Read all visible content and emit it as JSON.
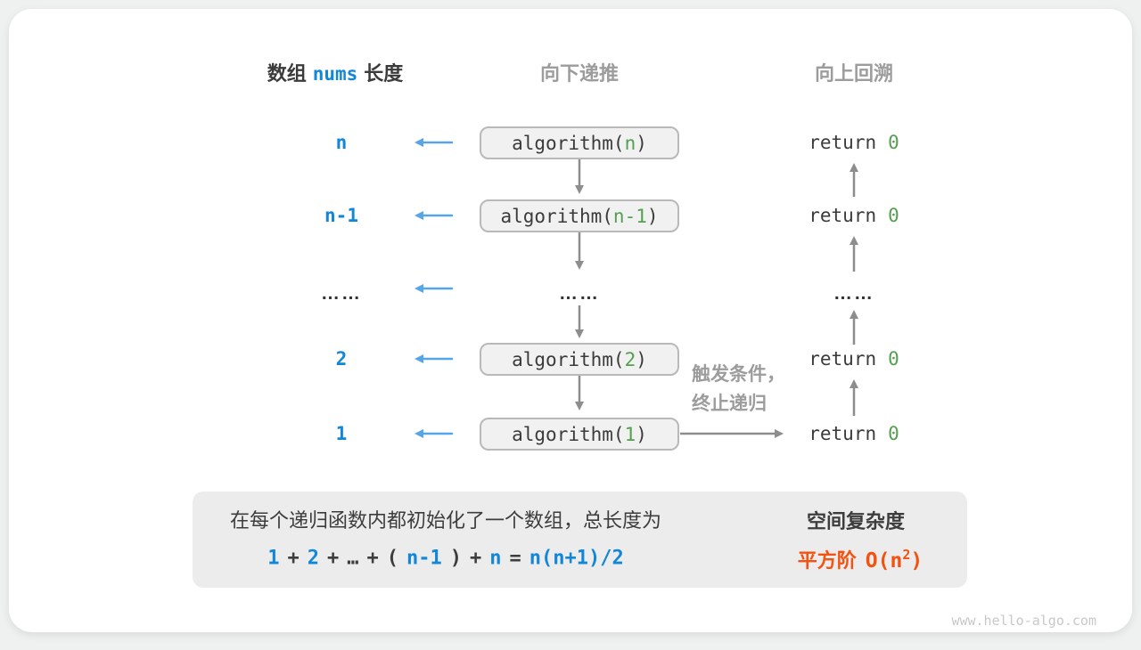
{
  "colors": {
    "page_bg": "#eff1f1",
    "card_bg": "#ffffff",
    "blue": "#1287d8",
    "blue_light": "#55a5e8",
    "green": "#53a04e",
    "orange": "#f35210",
    "gray_text": "#9c9c9c",
    "dark": "#3b3b3b",
    "arrow": "#8d8d8d",
    "box_bg": "#f1f1f1",
    "box_border": "#b9b9b9",
    "summary_bg": "#ececec",
    "block_arrow": "#c4c4c4",
    "watermark": "#c8c8c8"
  },
  "header": {
    "array_label_prefix": "数组",
    "array_code": "nums",
    "array_label_suffix": "长度",
    "recurse_down": "向下递推",
    "backtrack_up": "向上回溯"
  },
  "rows": [
    {
      "depth": "n",
      "call_fn": "algorithm(",
      "call_arg": "n",
      "call_close": ")",
      "return_kw": "return",
      "return_val": "0"
    },
    {
      "depth": "n-1",
      "call_fn": "algorithm(",
      "call_arg": "n-1",
      "call_close": ")",
      "return_kw": "return",
      "return_val": "0"
    },
    {
      "depth": "2",
      "call_fn": "algorithm(",
      "call_arg": "2",
      "call_close": ")",
      "return_kw": "return",
      "return_val": "0"
    },
    {
      "depth": "1",
      "call_fn": "algorithm(",
      "call_arg": "1",
      "call_close": ")",
      "return_kw": "return",
      "return_val": "0"
    }
  ],
  "ellipsis": {
    "left": "……",
    "middle": "……",
    "right": "……"
  },
  "annotation": {
    "line1": "触发条件，",
    "line2": "终止递归"
  },
  "summary": {
    "line1": "在每个递归函数内都初始化了一个数组，总长度为",
    "formula": [
      {
        "text": "1"
      },
      {
        "text": "+"
      },
      {
        "text": "2"
      },
      {
        "text": "+"
      },
      {
        "text": "…"
      },
      {
        "text": "+"
      },
      {
        "text": "("
      },
      {
        "text": "n-1"
      },
      {
        "text": ")"
      },
      {
        "text": "+"
      },
      {
        "text": "n"
      },
      {
        "text": "="
      },
      {
        "text": "n(n+1)/2"
      }
    ],
    "result_title": "空间复杂度",
    "result_value_cjk": "平方阶",
    "result_value_code": "O(n",
    "result_value_sup": "2",
    "result_value_close": ")"
  },
  "watermark": "www.hello-algo.com"
}
